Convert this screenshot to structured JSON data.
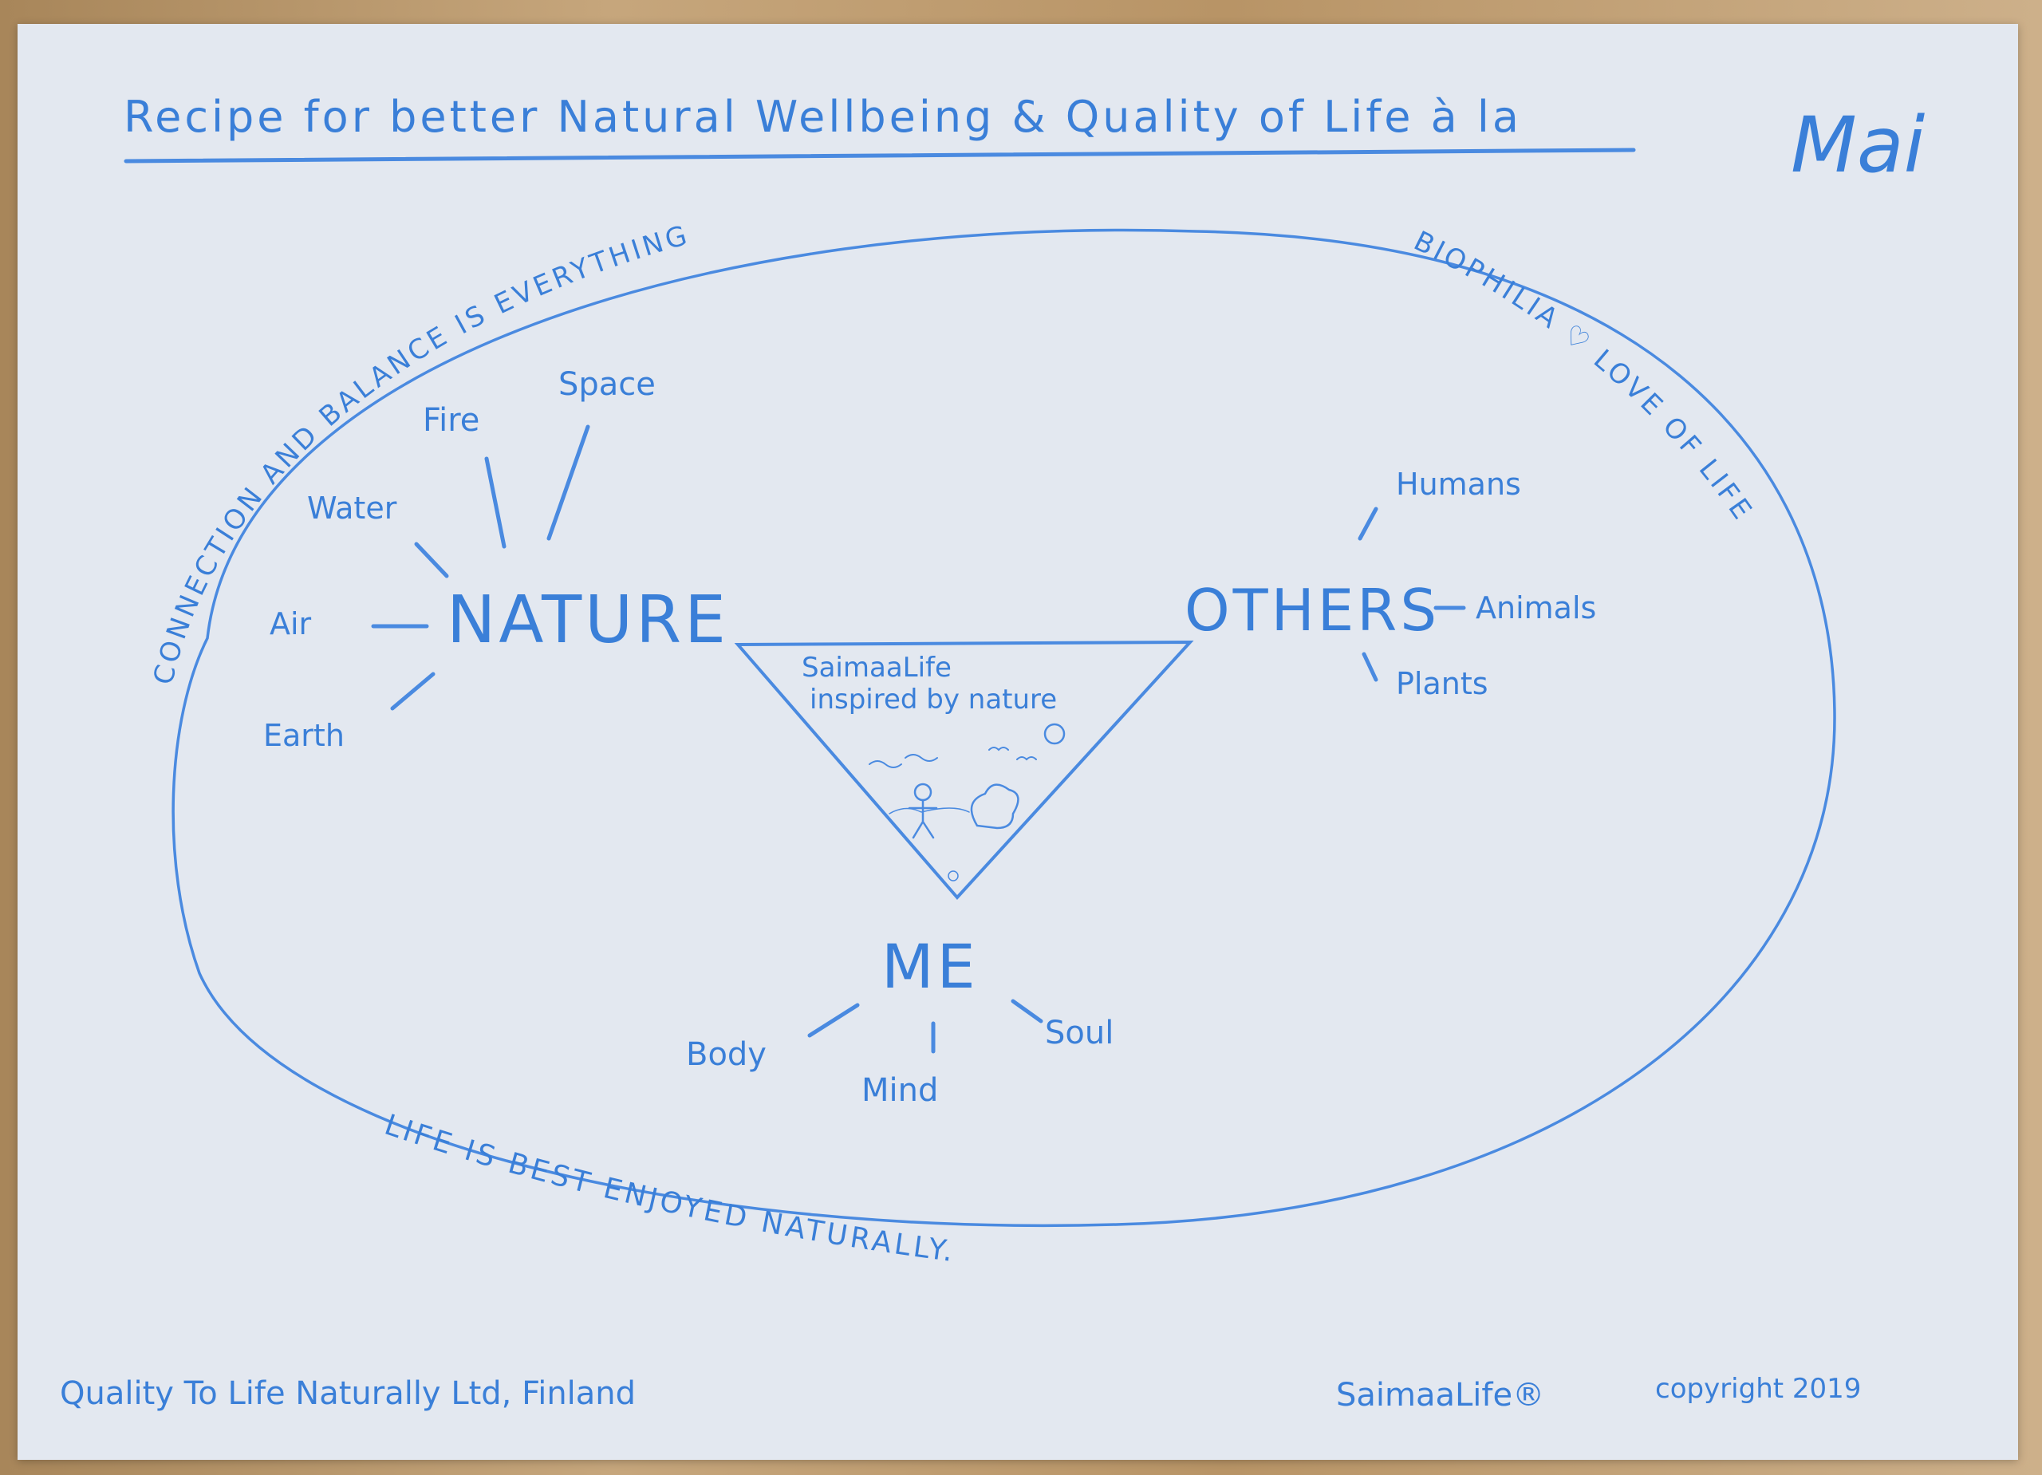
{
  "title": "Recipe for better Natural Wellbeing & Quality of Life à la",
  "signature": "Mai",
  "outer_ring": {
    "top_left": "CONNECTION AND BALANCE IS EVERYTHING",
    "top_right": "BIOPHILIA ♡ LOVE OF LIFE",
    "bottom": "LIFE IS BEST ENJOYED NATURALLY."
  },
  "nature": {
    "label": "NATURE",
    "items": [
      "Air",
      "Water",
      "Fire",
      "Space",
      "Earth"
    ]
  },
  "others": {
    "label": "OTHERS",
    "items": [
      "Humans",
      "Animals",
      "Plants"
    ]
  },
  "me": {
    "label": "ME",
    "items": [
      "Body",
      "Mind",
      "Soul"
    ]
  },
  "triangle": {
    "line1": "SaimaaLife",
    "line2": "inspired by nature"
  },
  "footer": {
    "company": "Quality To Life Naturally Ltd, Finland",
    "brand": "SaimaaLife®",
    "copyright": "copyright 2019"
  },
  "colors": {
    "ink": "#3a7fd8",
    "paper": "#e3e8f0"
  }
}
